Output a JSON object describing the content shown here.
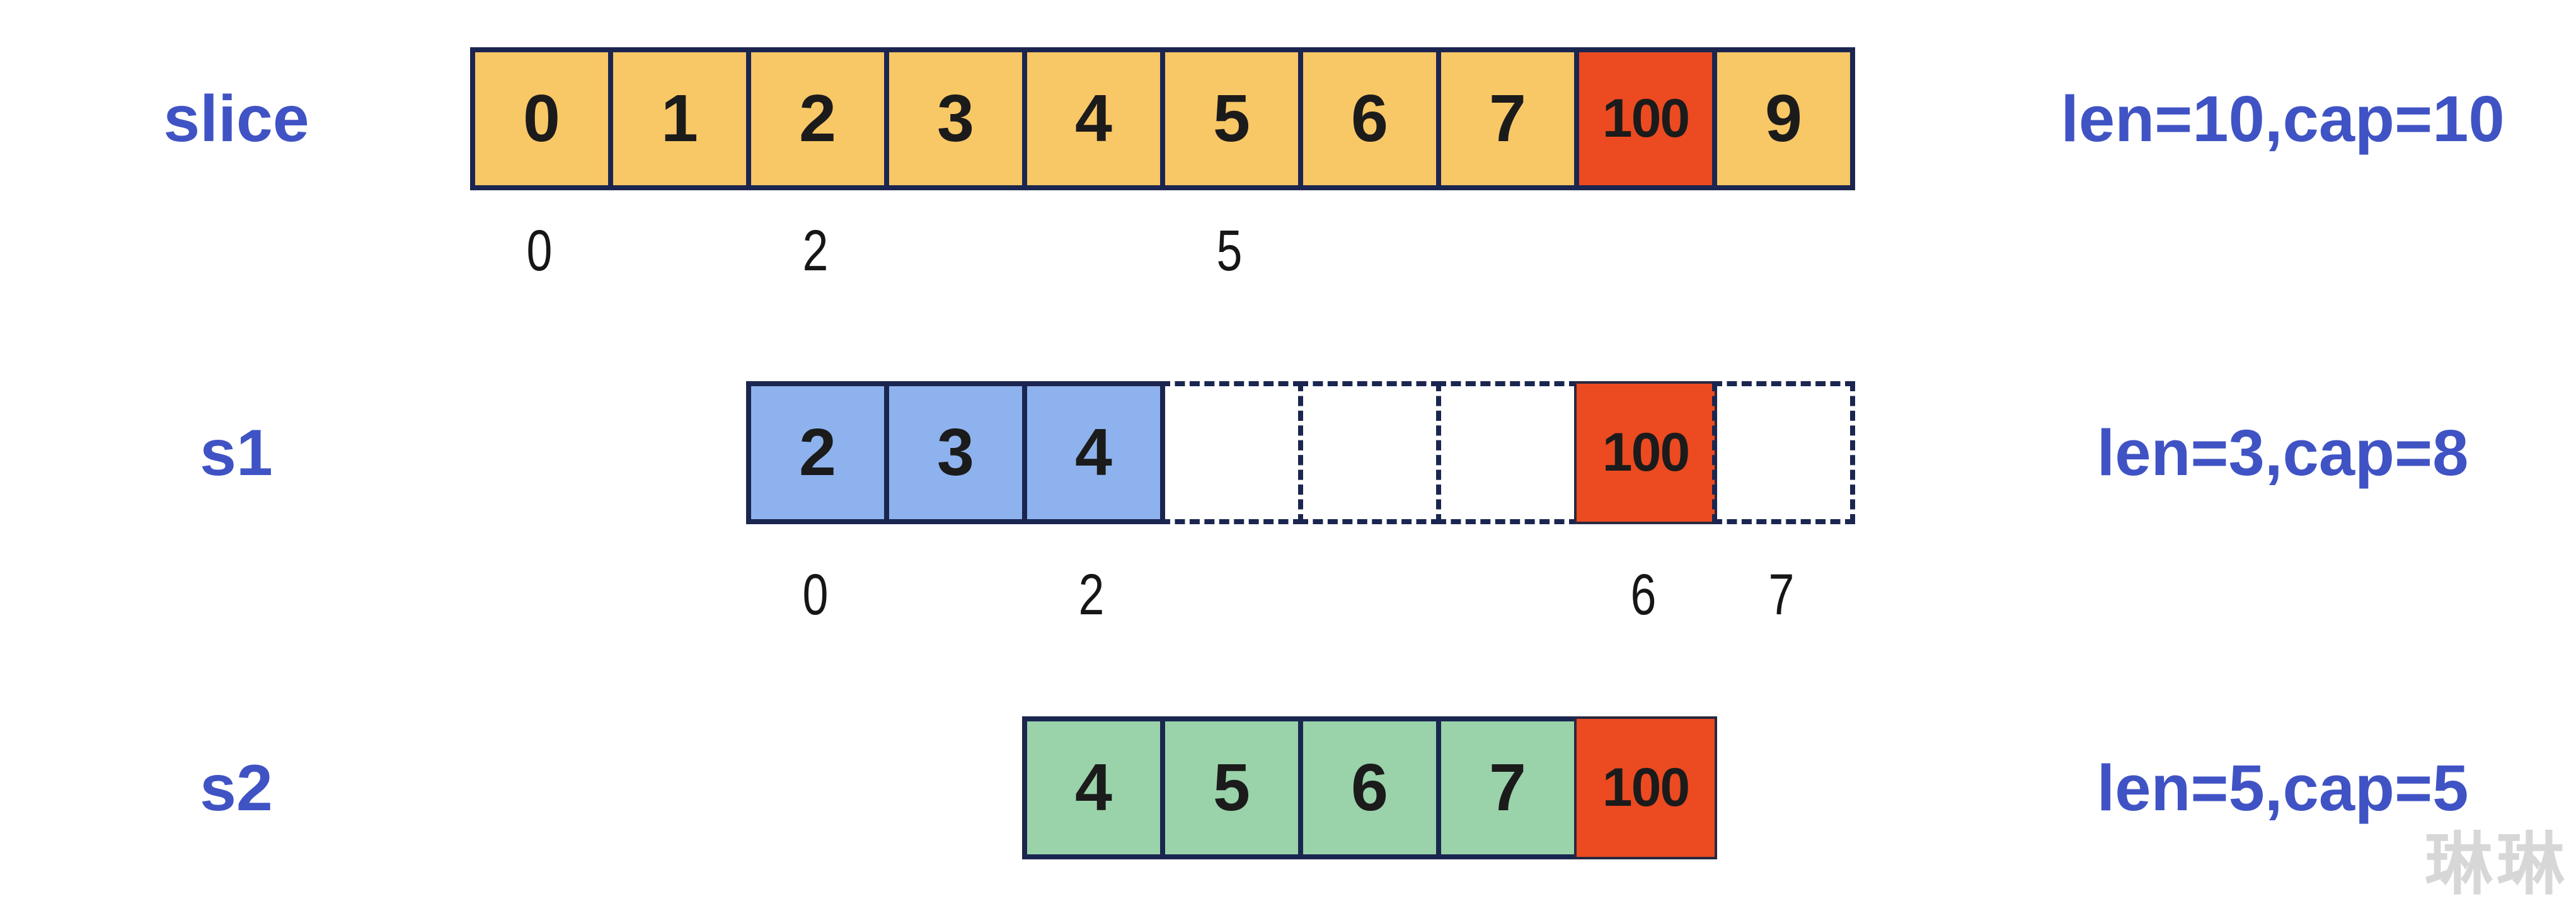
{
  "colors": {
    "orange": "#F8C766",
    "red": "#EC4A21",
    "blue": "#8EB2ED",
    "green": "#9AD2AA",
    "border": "#1B2650",
    "label": "#4053C4",
    "ink": "#1B1B1B",
    "wm": "#D7D7D7"
  },
  "rows": [
    {
      "label": "slice",
      "meta": "len=10,cap=10",
      "cells": [
        {
          "value": "0",
          "style": "orange"
        },
        {
          "value": "1",
          "style": "orange"
        },
        {
          "value": "2",
          "style": "orange"
        },
        {
          "value": "3",
          "style": "orange"
        },
        {
          "value": "4",
          "style": "orange"
        },
        {
          "value": "5",
          "style": "orange"
        },
        {
          "value": "6",
          "style": "orange"
        },
        {
          "value": "7",
          "style": "orange"
        },
        {
          "value": "100",
          "style": "red"
        },
        {
          "value": "9",
          "style": "orange"
        }
      ],
      "indices": [
        "0",
        "2",
        "5"
      ]
    },
    {
      "label": "s1",
      "meta": "len=3,cap=8",
      "cells": [
        {
          "value": "2",
          "style": "blue"
        },
        {
          "value": "3",
          "style": "blue"
        },
        {
          "value": "4",
          "style": "blue"
        },
        {
          "value": "",
          "style": "dashed"
        },
        {
          "value": "",
          "style": "dashed"
        },
        {
          "value": "",
          "style": "dashed"
        },
        {
          "value": "100",
          "style": "red"
        },
        {
          "value": "",
          "style": "dashed"
        }
      ],
      "indices": [
        "0",
        "2",
        "6",
        "7"
      ]
    },
    {
      "label": "s2",
      "meta": "len=5,cap=5",
      "cells": [
        {
          "value": "4",
          "style": "green"
        },
        {
          "value": "5",
          "style": "green"
        },
        {
          "value": "6",
          "style": "green"
        },
        {
          "value": "7",
          "style": "green"
        },
        {
          "value": "100",
          "style": "red"
        }
      ],
      "indices": []
    }
  ],
  "watermark": "琳琳"
}
